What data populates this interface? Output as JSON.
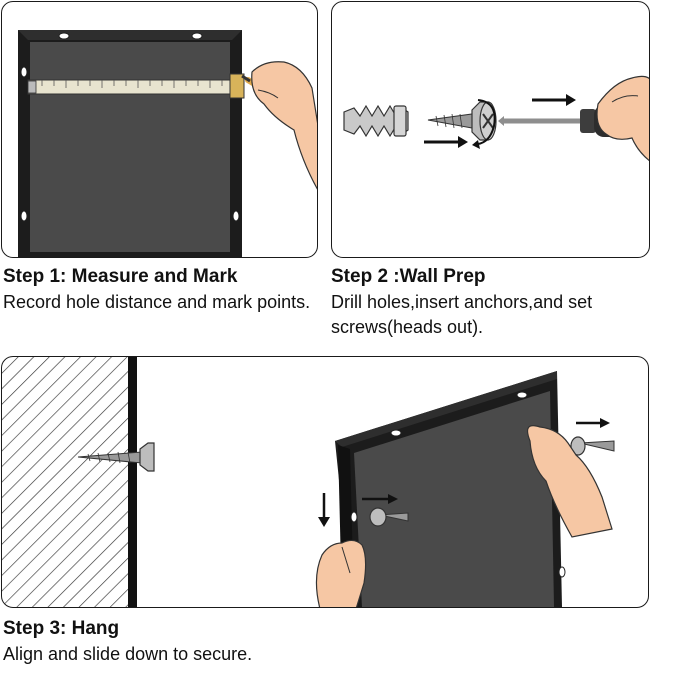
{
  "steps": [
    {
      "title": "Step 1: Measure and Mark",
      "description": "Record hole distance and mark points."
    },
    {
      "title": "Step 2 :Wall Prep",
      "description": "Drill holes,insert anchors,and set screws(heads out)."
    },
    {
      "title": "Step 3: Hang",
      "description": "Align and slide down to secure."
    }
  ],
  "icons": {
    "panel1": [
      "picture-frame-back",
      "keyhole-hanger-icon",
      "tape-measure-icon",
      "pencil-icon",
      "hand-icon"
    ],
    "panel2": [
      "wall-anchor-icon",
      "screw-icon",
      "screwdriver-icon",
      "arrow-right-icon",
      "rotate-icon",
      "hand-icon"
    ],
    "panel3": [
      "wall-hatch",
      "wall-screw-icon",
      "picture-frame",
      "arrow-down-icon",
      "arrow-right-icon",
      "hand-icon"
    ]
  },
  "colors": {
    "frame": "#1c1c1c",
    "frame_inner": "#4a4a4a",
    "skin": "#f6c7a4",
    "tape": "#e8e4cf",
    "screw": "#9a9a9a",
    "handle": "#2d2d2d"
  }
}
